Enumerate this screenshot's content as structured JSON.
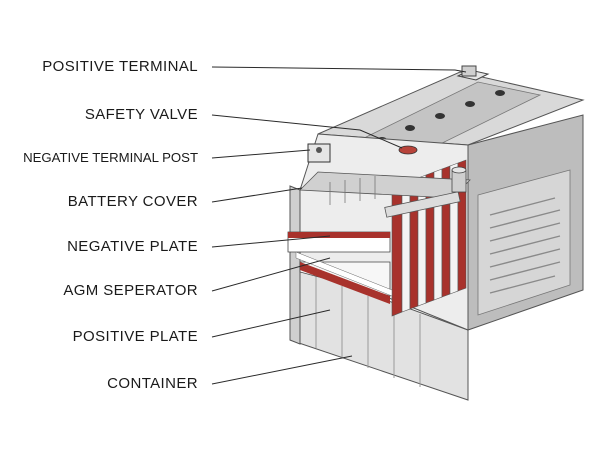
{
  "diagram": {
    "labels": [
      {
        "id": "positive-terminal",
        "text": "POSITIVE TERMINAL"
      },
      {
        "id": "safety-valve",
        "text": "SAFETY VALVE"
      },
      {
        "id": "negative-terminal-post",
        "text": "NEGATIVE TERMINAL POST"
      },
      {
        "id": "battery-cover",
        "text": "BATTERY COVER"
      },
      {
        "id": "negative-plate",
        "text": "NEGATIVE PLATE"
      },
      {
        "id": "agm-separator",
        "text": "AGM SEPERATOR"
      },
      {
        "id": "positive-plate",
        "text": "POSITIVE PLATE"
      },
      {
        "id": "container",
        "text": "CONTAINER"
      }
    ],
    "colors": {
      "plate_red": "#a8322c",
      "body_gray": "#cfcfcf",
      "line": "#2a2a2a"
    }
  }
}
